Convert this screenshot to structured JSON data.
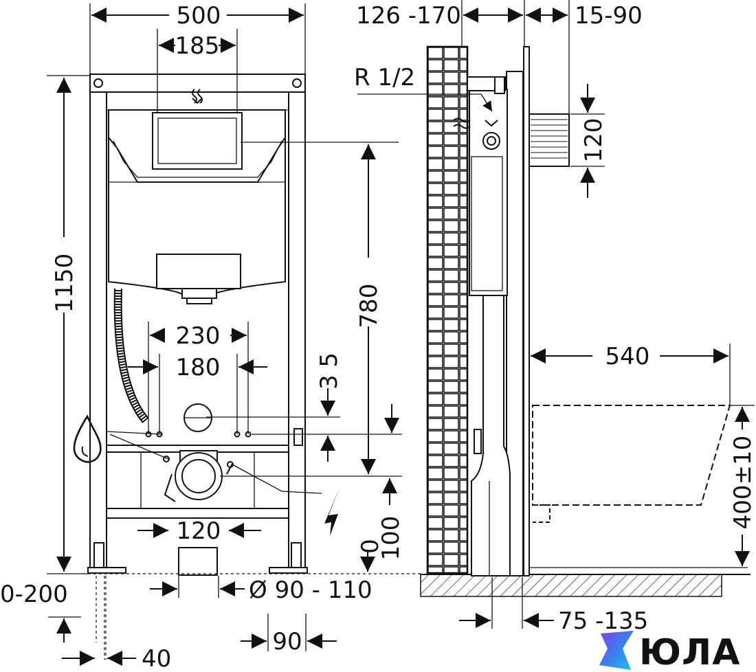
{
  "dimensions": {
    "width_total": "500",
    "width_inner": "185",
    "depth_install": "126 -170",
    "wall_offset": "15-90",
    "height_total": "1150",
    "height_button": "780",
    "spacing_outer": "230",
    "spacing_inner": "180",
    "offset_35": "3 5",
    "pipe_center": "120",
    "floor_offset": "0\n100",
    "floor_offset_a": "0",
    "floor_offset_b": "100",
    "foot_height": "0-200",
    "foot_width": "40",
    "drain_diameter": "Ø 90 - 110",
    "drain_width": "90",
    "side_depth": "75 -135",
    "bowl_length": "540",
    "bowl_height": "400±10",
    "flush_pipe": "120",
    "thread": "R 1/2"
  },
  "brand": {
    "name": "ЮЛА",
    "accent_from": "#7b3fe4",
    "accent_to": "#18c3e8"
  }
}
